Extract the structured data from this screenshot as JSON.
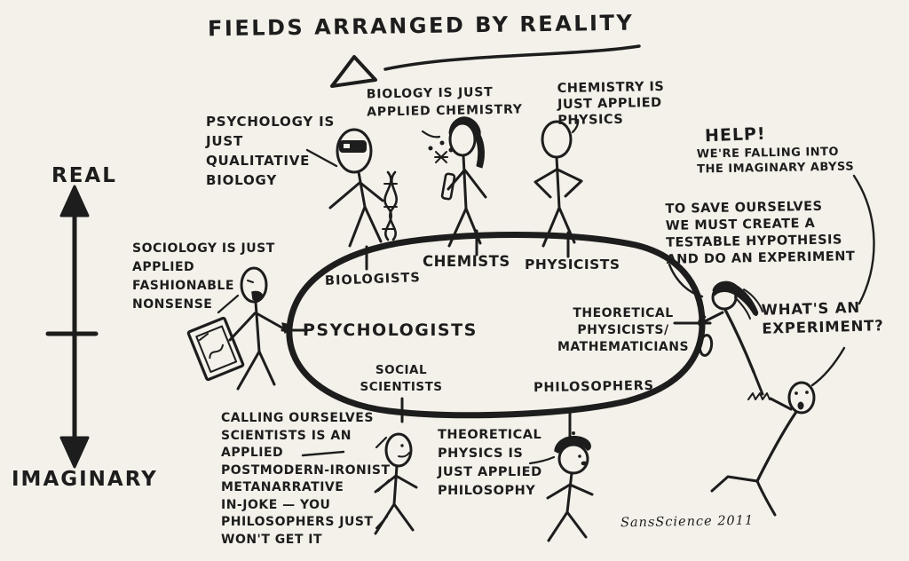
{
  "title": "FIELDS ARRANGED BY REALITY",
  "signature": "SansScience 2011",
  "colors": {
    "ink": "#1d1d1d",
    "paper": "#f4f1ea"
  },
  "axis": {
    "top": "REAL",
    "bottom": "IMAGINARY"
  },
  "ellipse": {
    "biologists": "BIOLOGISTS",
    "chemists": "CHEMISTS",
    "physicists": "PHYSICISTS",
    "psychologists": "PSYCHOLOGISTS",
    "social_scientists": "SOCIAL\nSCIENTISTS",
    "theoretical": "THEORETICAL\nPHYSICISTS/\nMATHEMATICIANS",
    "philosophers": "PHILOSOPHERS"
  },
  "speech": {
    "psychology": "PSYCHOLOGY IS\nJUST\nQUALITATIVE\nBIOLOGY",
    "biology": "BIOLOGY IS JUST\nAPPLIED CHEMISTRY",
    "chemistry": "CHEMISTRY IS\nJUST APPLIED\nPHYSICS",
    "sociology": "SOCIOLOGY IS JUST\nAPPLIED\nFASHIONABLE\nNONSENSE",
    "postmodern": "CALLING OURSELVES\nSCIENTISTS IS AN\nAPPLIED\nPOSTMODERN-IRONIST\nMETANARRATIVE\nIN-JOKE — YOU\nPHILOSOPHERS JUST\nWON'T GET IT",
    "theoretical_physics": "THEORETICAL\nPHYSICS IS\nJUST APPLIED\nPHILOSOPHY",
    "help_heading": "HELP!",
    "help_body": "WE'RE FALLING INTO\nTHE IMAGINARY ABYSS",
    "save": "TO SAVE OURSELVES\nWE MUST CREATE A\nTESTABLE HYPOTHESIS\nAND DO AN EXPERIMENT",
    "whats": "WHAT'S AN\nEXPERIMENT?"
  }
}
